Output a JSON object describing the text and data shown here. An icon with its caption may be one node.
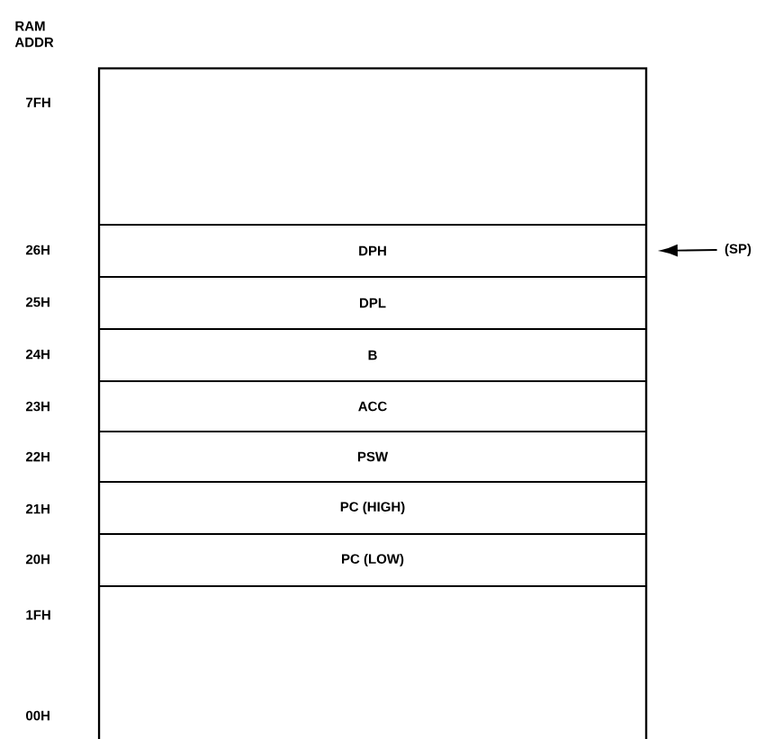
{
  "diagram": {
    "nodes": [
      {
        "text": [],
        "shape": "box"
      },
      {
        "text": [
          "DPH"
        ],
        "in": 0
      },
      {
        "text": [
          "DPL"
        ],
        "in": 0
      },
      {
        "text": [
          "B"
        ],
        "in": 0
      },
      {
        "text": [
          "ACC"
        ],
        "in": 0
      },
      {
        "text": [
          "PSW"
        ],
        "in": 0
      },
      {
        "text": [
          "PC (HIGH)"
        ],
        "in": 0
      },
      {
        "text": [
          "PC (LOW)"
        ],
        "in": 0
      },
      {
        "text": [
          "(SP)"
        ]
      }
    ],
    "edges": [
      {
        "from": 8,
        "to": 1,
        "arrow": "to"
      }
    ],
    "labels": [
      "RAM ADDR",
      "7FH",
      "26H",
      "25H",
      "24H",
      "23H",
      "22H",
      "21H",
      "20H",
      "1FH",
      "00H"
    ]
  }
}
